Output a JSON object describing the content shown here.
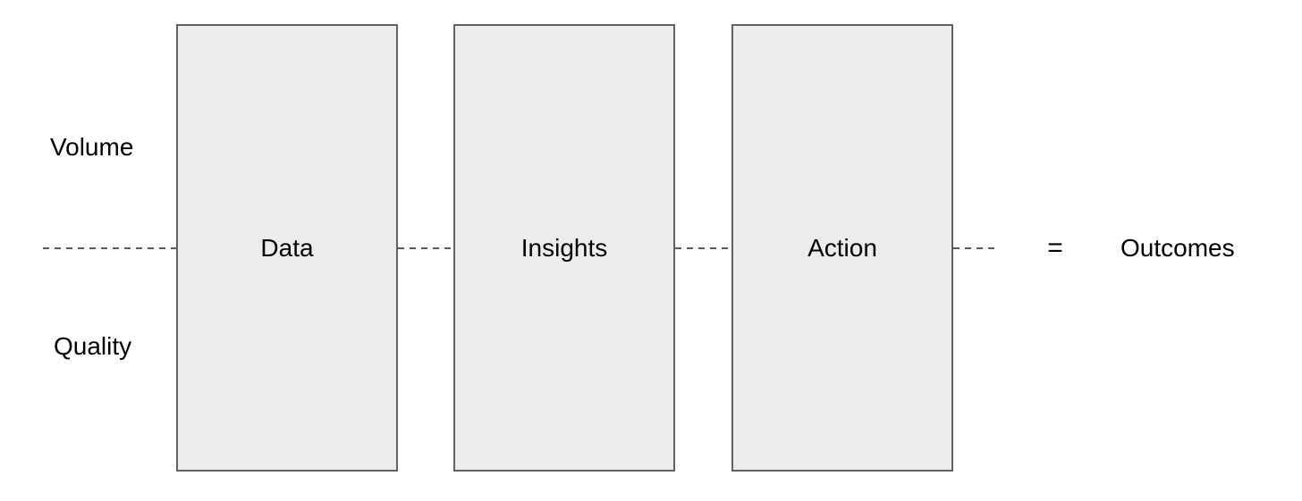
{
  "diagram": {
    "left_labels": {
      "top": "Volume",
      "bottom": "Quality"
    },
    "boxes": [
      {
        "label": "Data"
      },
      {
        "label": "Insights"
      },
      {
        "label": "Action"
      }
    ],
    "equals": "=",
    "result": "Outcomes",
    "colors": {
      "background": "#ffffff",
      "box_fill": "#ececec",
      "box_border": "#616161",
      "dash": "#5a5a5a",
      "text": "#000000"
    }
  }
}
